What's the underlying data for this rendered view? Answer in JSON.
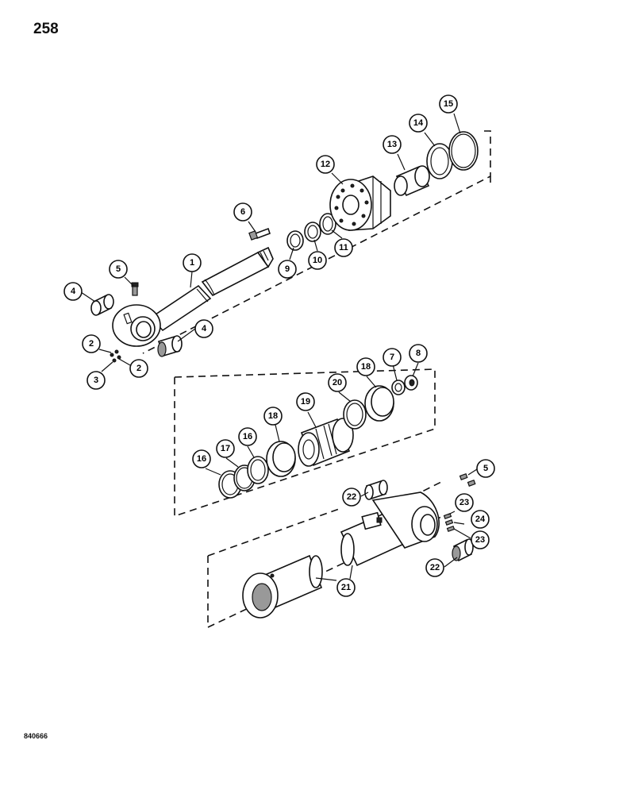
{
  "page": {
    "number": "258",
    "figure_code": "840666"
  },
  "callouts": [
    {
      "id": "c15",
      "label": "15"
    },
    {
      "id": "c14",
      "label": "14"
    },
    {
      "id": "c13",
      "label": "13"
    },
    {
      "id": "c12",
      "label": "12"
    },
    {
      "id": "c6",
      "label": "6"
    },
    {
      "id": "c11",
      "label": "11"
    },
    {
      "id": "c10",
      "label": "10"
    },
    {
      "id": "c9",
      "label": "9"
    },
    {
      "id": "c5a",
      "label": "5"
    },
    {
      "id": "c1",
      "label": "1"
    },
    {
      "id": "c4a",
      "label": "4"
    },
    {
      "id": "c4b",
      "label": "4"
    },
    {
      "id": "c2a",
      "label": "2"
    },
    {
      "id": "c2b",
      "label": "2"
    },
    {
      "id": "c3",
      "label": "3"
    },
    {
      "id": "c8",
      "label": "8"
    },
    {
      "id": "c7",
      "label": "7"
    },
    {
      "id": "c18a",
      "label": "18"
    },
    {
      "id": "c20",
      "label": "20"
    },
    {
      "id": "c19",
      "label": "19"
    },
    {
      "id": "c18b",
      "label": "18"
    },
    {
      "id": "c16a",
      "label": "16"
    },
    {
      "id": "c17",
      "label": "17"
    },
    {
      "id": "c16b",
      "label": "16"
    },
    {
      "id": "c5b",
      "label": "5"
    },
    {
      "id": "c22a",
      "label": "22"
    },
    {
      "id": "c23a",
      "label": "23"
    },
    {
      "id": "c24",
      "label": "24"
    },
    {
      "id": "c23b",
      "label": "23"
    },
    {
      "id": "c22b",
      "label": "22"
    },
    {
      "id": "c21",
      "label": "21"
    }
  ]
}
